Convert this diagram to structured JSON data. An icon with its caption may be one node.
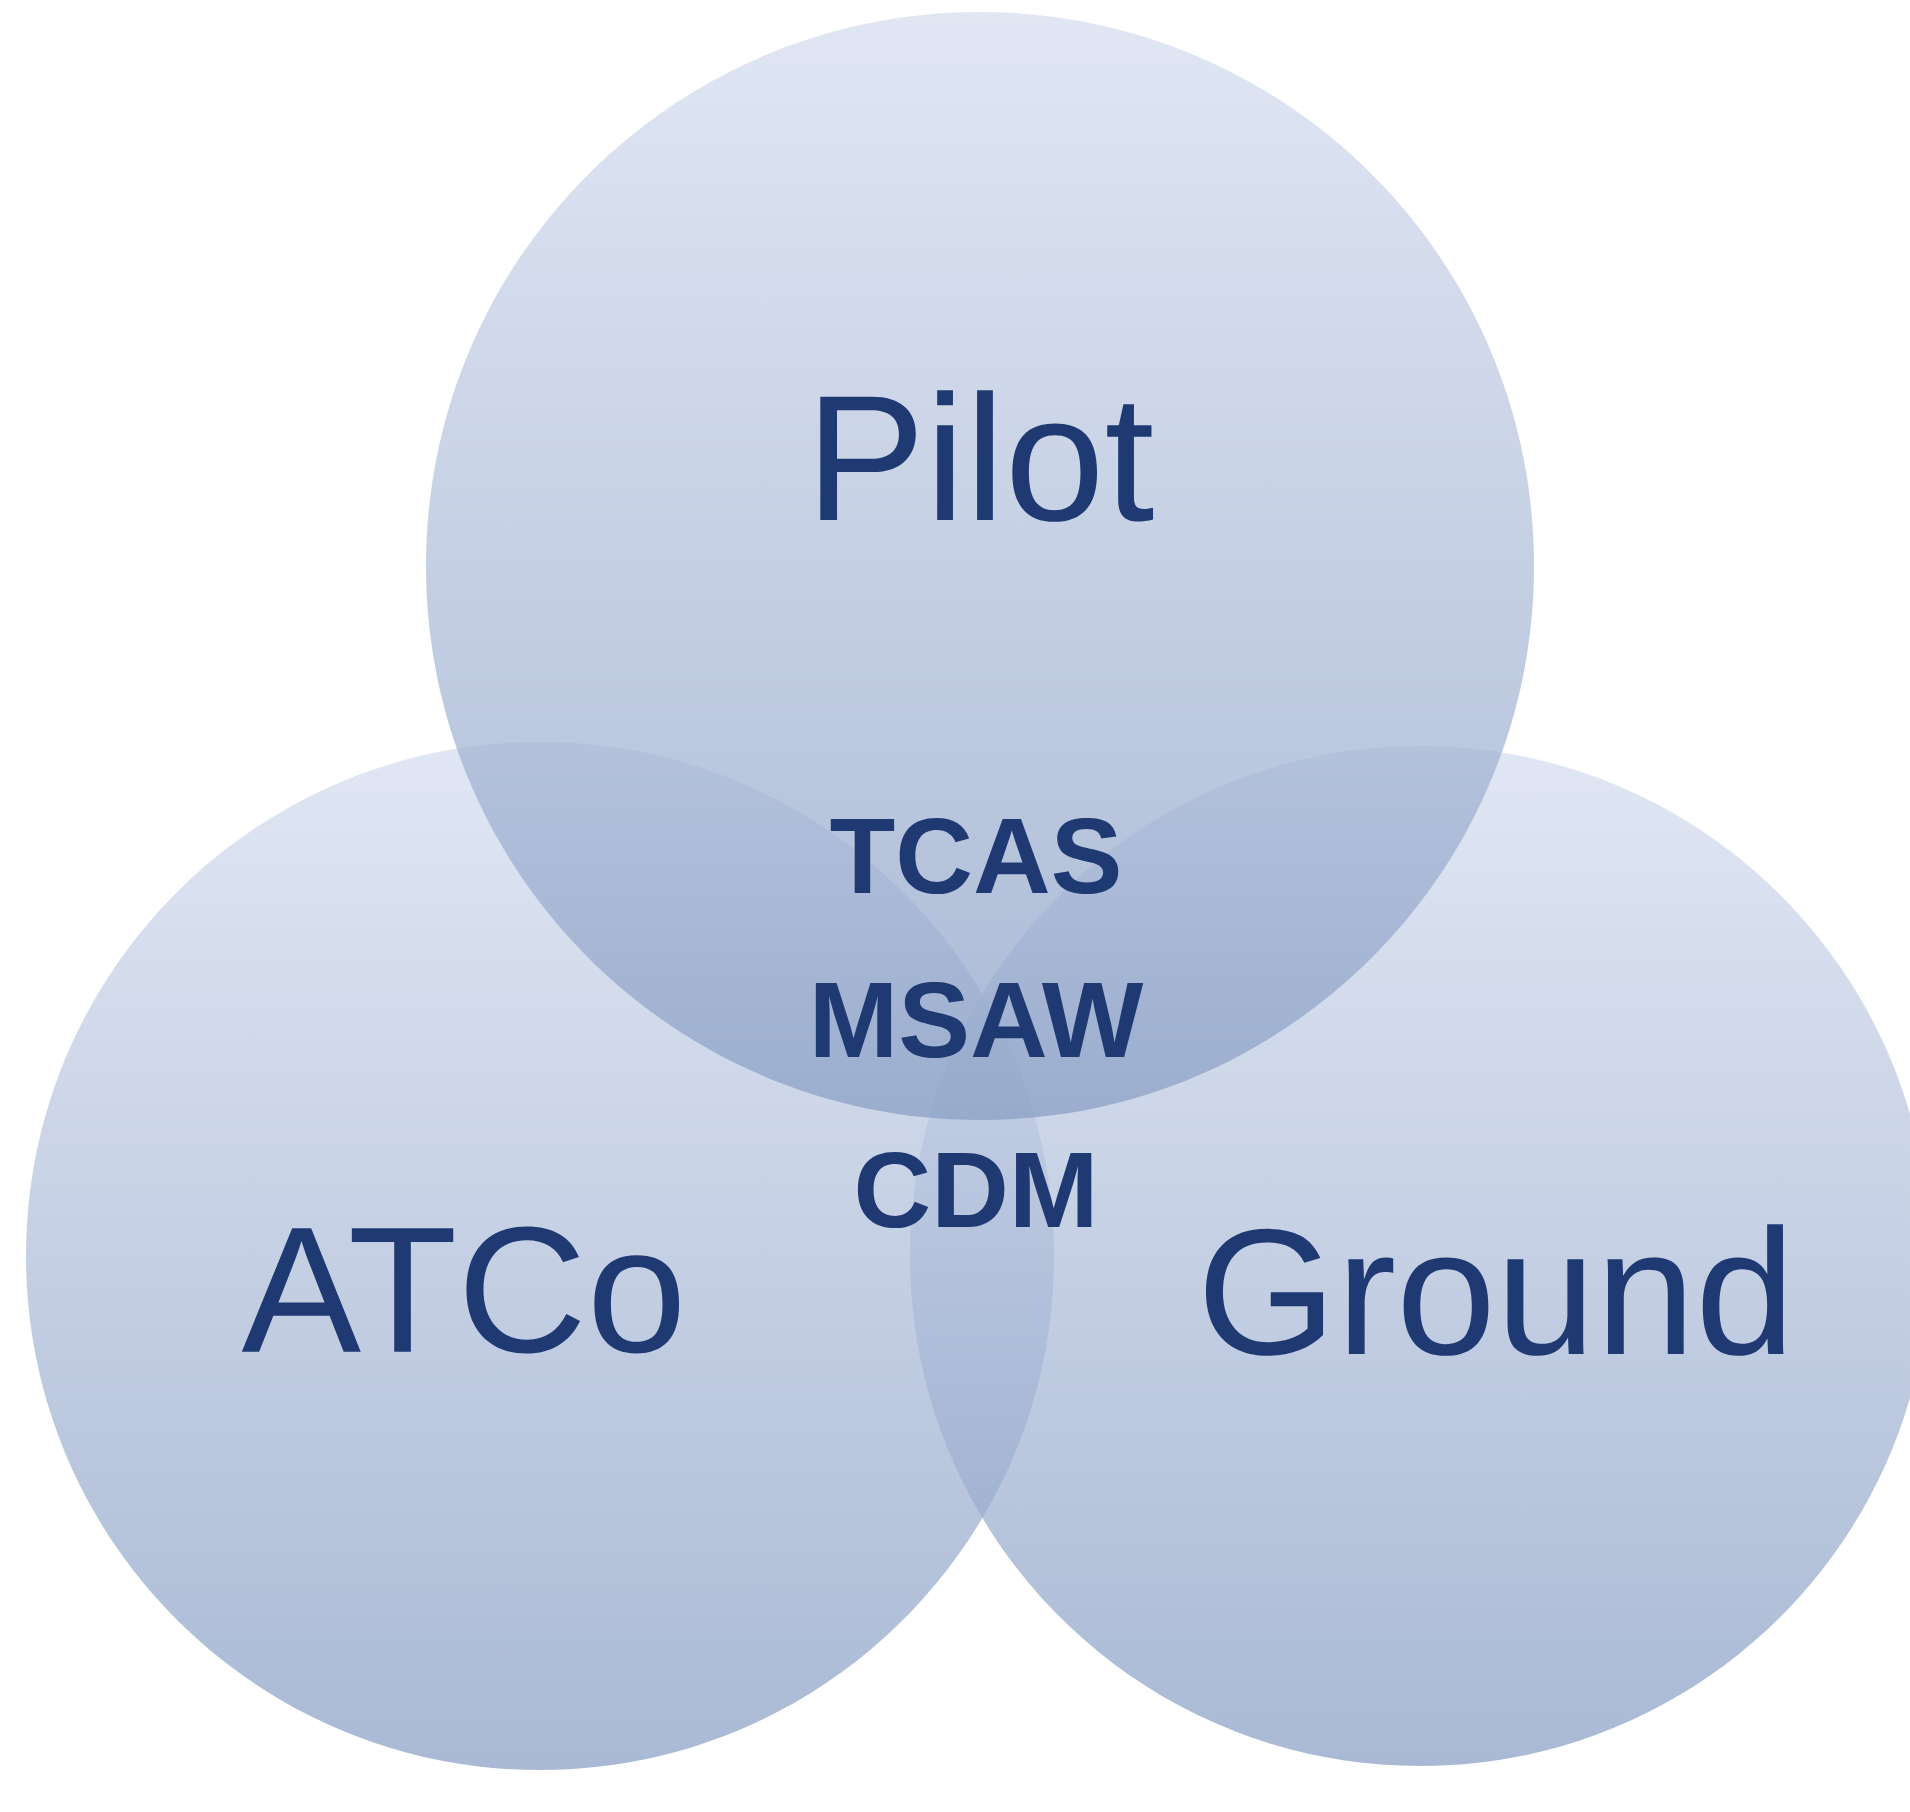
{
  "diagram": {
    "nodes": [
      {
        "text": [
          "Pilot"
        ]
      },
      {
        "text": [
          "ATCo"
        ]
      },
      {
        "text": [
          "Ground"
        ]
      }
    ],
    "labels": [
      "TCAS",
      "MSAW",
      "CDM"
    ]
  }
}
